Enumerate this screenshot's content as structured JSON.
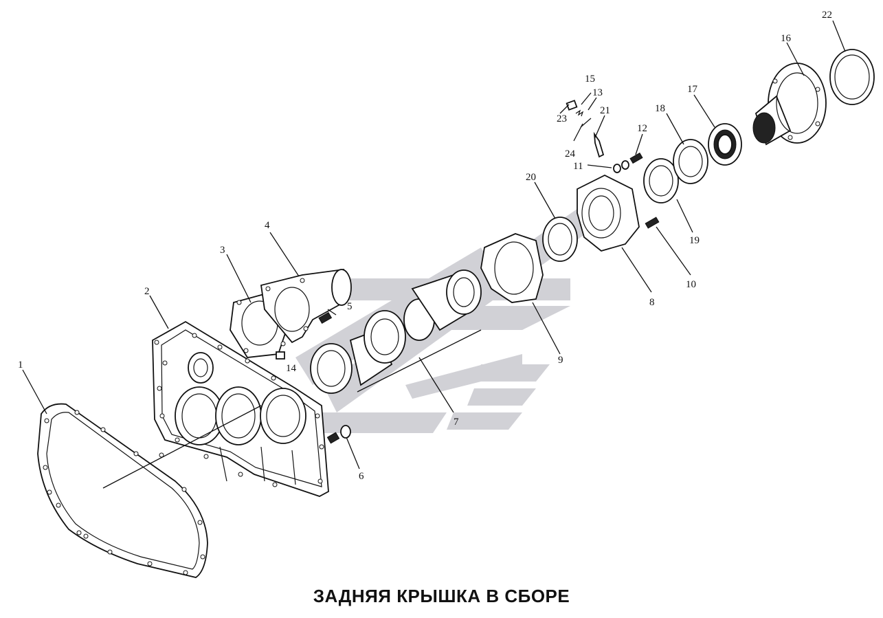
{
  "caption": "ЗАДНЯЯ КРЫШКА В СБОРЕ",
  "callouts": {
    "c1": "1",
    "c2": "2",
    "c3": "3",
    "c4": "4",
    "c5": "5",
    "c6": "6",
    "c7": "7",
    "c8": "8",
    "c9": "9",
    "c10": "10",
    "c11": "11",
    "c12": "12",
    "c13": "13",
    "c14": "14",
    "c15": "15",
    "c16": "16",
    "c17": "17",
    "c18": "18",
    "c19": "19",
    "c20": "20",
    "c21": "21",
    "c22": "22",
    "c23": "23",
    "c24": "24"
  },
  "colors": {
    "line": "#111111",
    "watermark": "#c9c9cf",
    "background": "#ffffff"
  }
}
